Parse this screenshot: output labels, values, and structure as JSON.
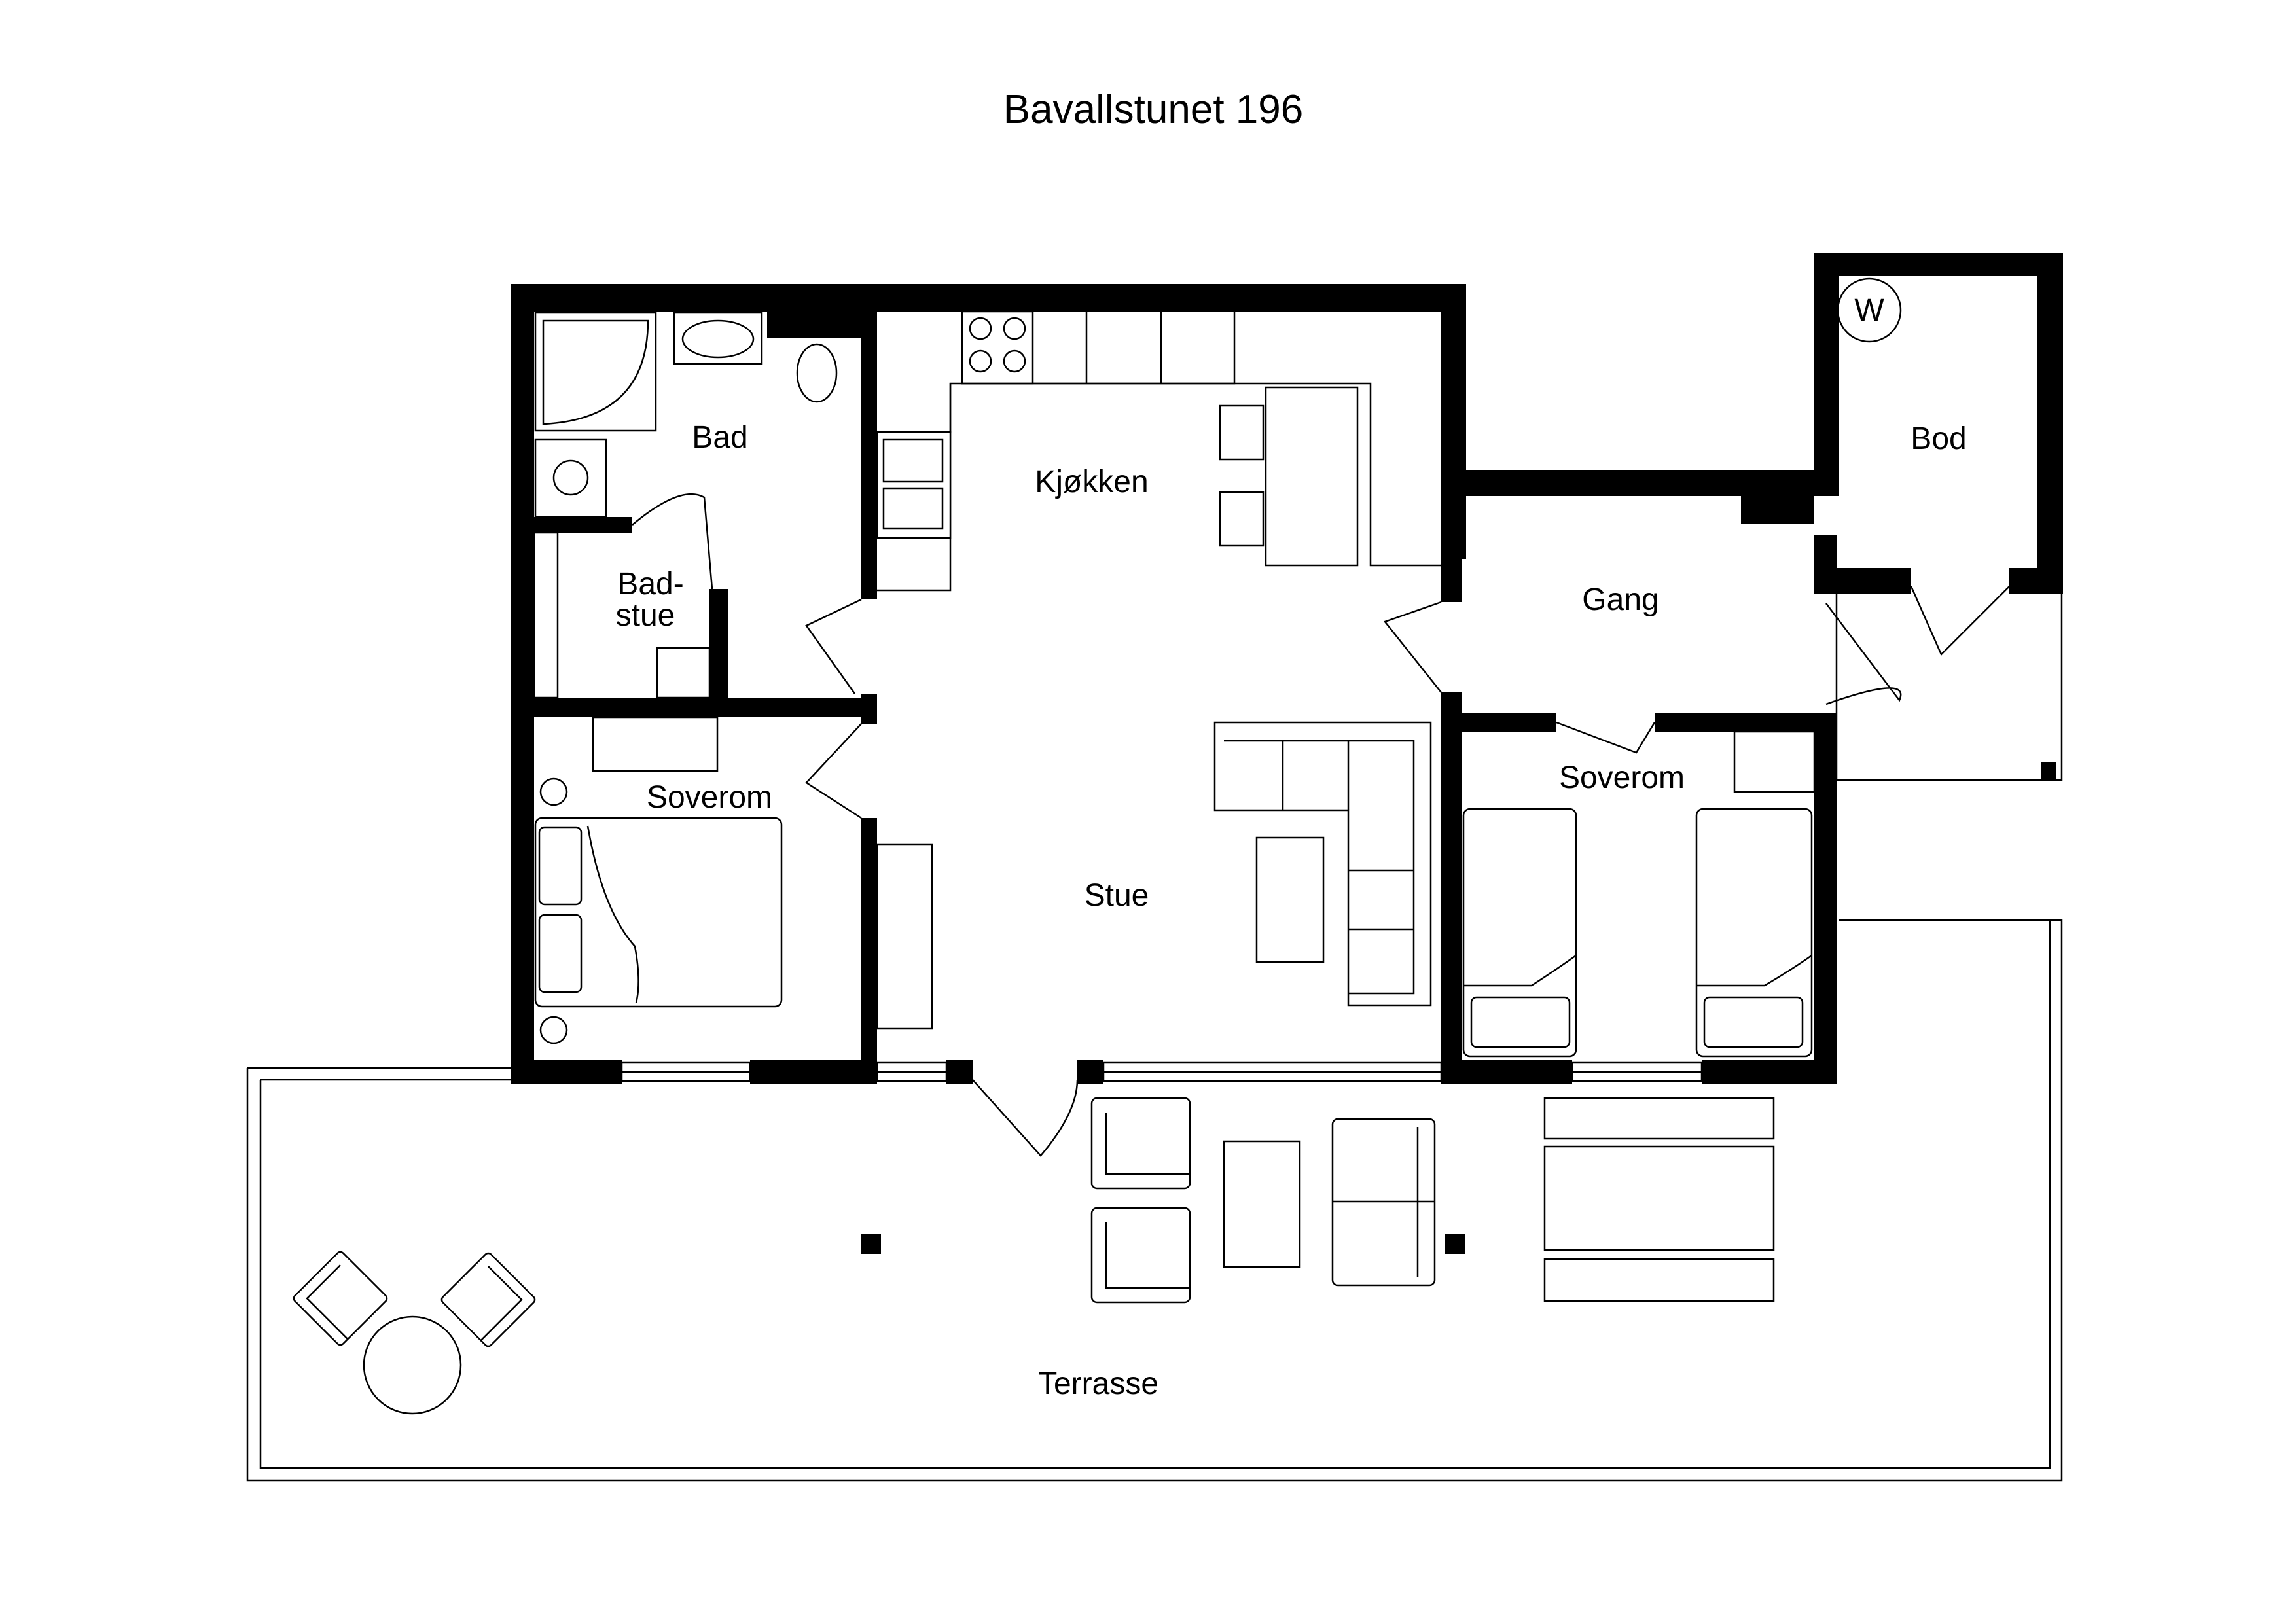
{
  "title": "Bavallstunet 196",
  "rooms": {
    "bad": "Bad",
    "kjokken": "Kjøkken",
    "badstue_1": "Bad-",
    "badstue_2": "stue",
    "soverom_left": "Soverom",
    "stue": "Stue",
    "gang": "Gang",
    "soverom_right": "Soverom",
    "bod": "Bod",
    "terrasse": "Terrasse"
  },
  "fixtures": {
    "water_heater": "W"
  },
  "colors": {
    "wall": "#000000",
    "background": "#ffffff"
  }
}
